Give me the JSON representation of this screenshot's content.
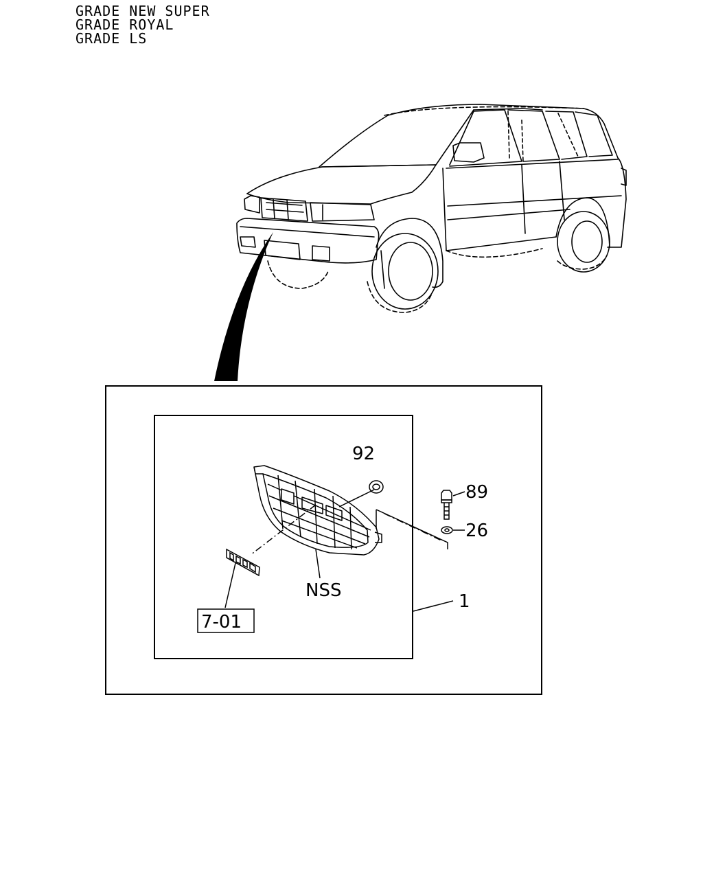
{
  "header": {
    "lines": [
      "GRADE NEW SUPER",
      "GRADE ROYAL",
      "GRADE LS"
    ]
  },
  "callouts": {
    "washer_top": "92",
    "bolt": "89",
    "washer": "26",
    "grille_note": "NSS",
    "assembly": "1",
    "emblem_ref": "7-01"
  },
  "colors": {
    "line": "#000000",
    "background": "#ffffff"
  }
}
